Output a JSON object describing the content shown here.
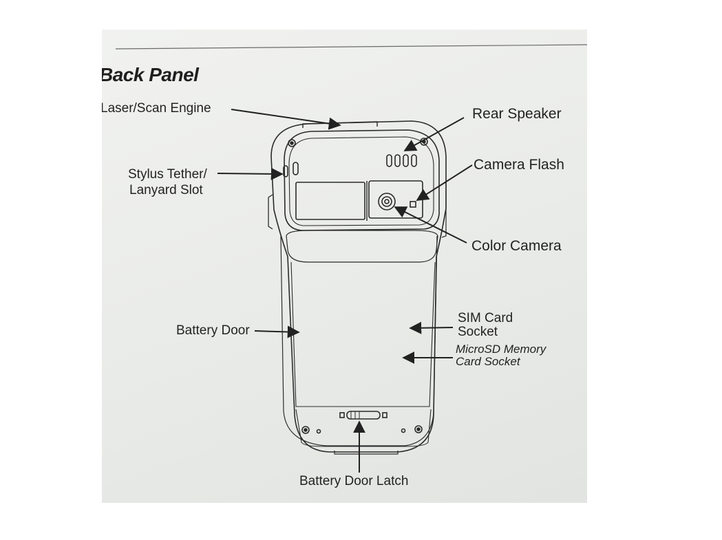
{
  "title": "Back Panel",
  "callouts": {
    "laser_scan_engine": "Laser/Scan Engine",
    "rear_speaker": "Rear Speaker",
    "camera_flash": "Camera Flash",
    "stylus_tether_line1": "Stylus Tether/",
    "stylus_tether_line2": "Lanyard Slot",
    "color_camera": "Color Camera",
    "battery_door": "Battery Door",
    "sim_card_line1": "SIM Card",
    "sim_card_line2": "Socket",
    "microsd_line1": "MicroSD Memory",
    "microsd_line2": "Card Socket",
    "battery_door_latch": "Battery Door Latch"
  },
  "colors": {
    "paper": "#eaece9",
    "ink": "#222222"
  }
}
